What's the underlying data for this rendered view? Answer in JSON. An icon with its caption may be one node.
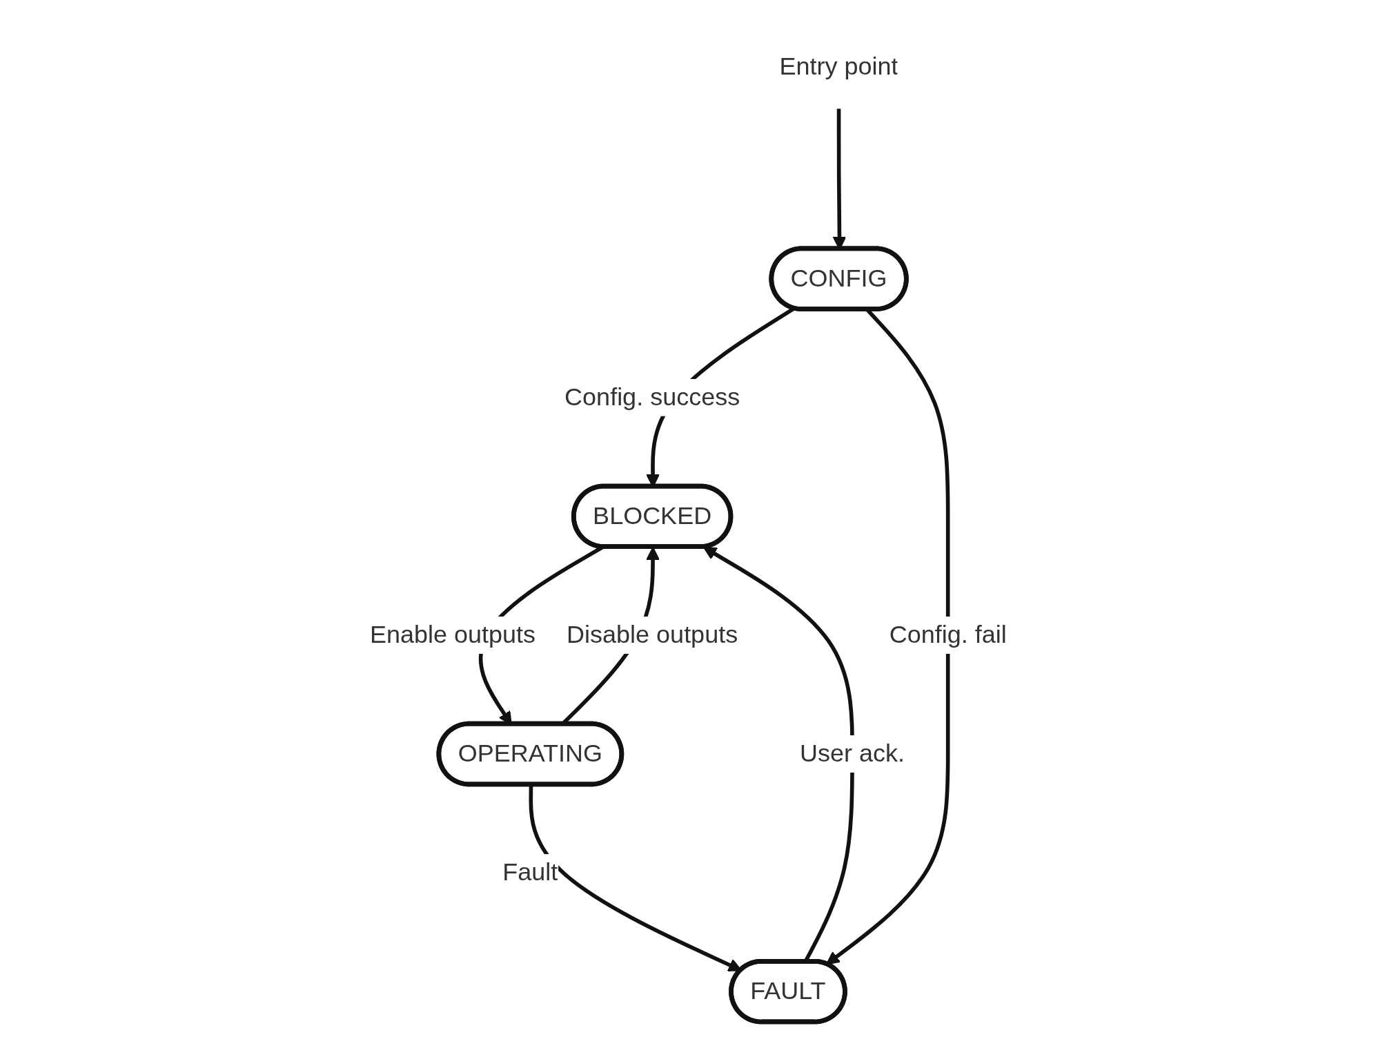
{
  "diagram": {
    "nodes": [
      {
        "text": [
          "Entry point"
        ]
      },
      {
        "text": [
          "CONFIG"
        ]
      },
      {
        "text": [
          "BLOCKED"
        ]
      },
      {
        "text": [
          "OPERATING"
        ]
      },
      {
        "text": [
          "FAULT"
        ]
      }
    ],
    "edges": [
      {
        "from": 0,
        "to": 1,
        "arrow": "to"
      },
      {
        "from": 1,
        "to": 2,
        "label": "Config. success",
        "arrow": "to"
      },
      {
        "from": 2,
        "to": 3,
        "label": "Enable outputs",
        "arrow": "to"
      },
      {
        "from": 3,
        "to": 2,
        "label": "Disable outputs",
        "arrow": "to"
      },
      {
        "from": 3,
        "to": 4,
        "label": "Fault",
        "arrow": "to"
      },
      {
        "from": 1,
        "to": 4,
        "label": "Config. fail",
        "arrow": "to"
      },
      {
        "from": 4,
        "to": 2,
        "label": "User ack.",
        "arrow": "to"
      }
    ]
  }
}
